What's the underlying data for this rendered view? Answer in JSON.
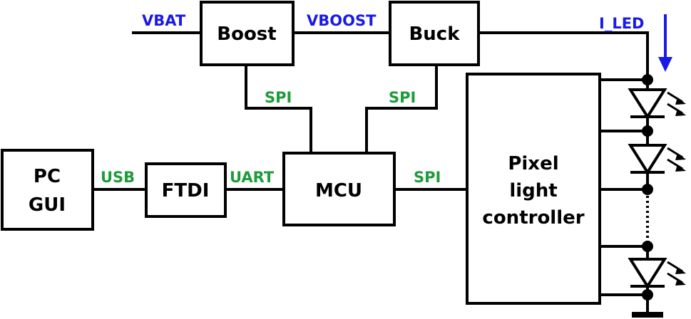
{
  "blocks": {
    "boost": "Boost",
    "buck": "Buck",
    "pc_line1": "PC",
    "pc_line2": "GUI",
    "ftdi": "FTDI",
    "mcu": "MCU",
    "pixel_line1": "Pixel",
    "pixel_line2": "light",
    "pixel_line3": "controller"
  },
  "nets": {
    "vbat": "VBAT",
    "vboost": "VBOOST",
    "i_led": "I_LED",
    "spi_boost": "SPI",
    "spi_buck": "SPI",
    "usb": "USB",
    "uart": "UART",
    "spi_pixel": "SPI"
  },
  "colors": {
    "power_net": "#1a1ae6",
    "bus_net": "#1c9c3a",
    "lines": "#000000"
  },
  "icons": [
    "led-icon",
    "ground-icon",
    "current-arrow-icon"
  ]
}
